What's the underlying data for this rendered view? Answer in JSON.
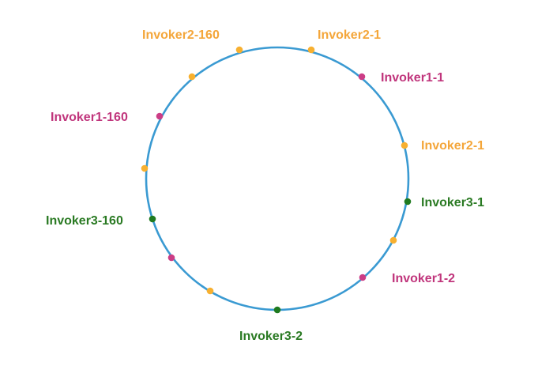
{
  "colors": {
    "ring": "#3a9ad2",
    "invoker1": "#cc3d86",
    "invoker2": "#f7b030",
    "invoker3": "#1f7a1f",
    "label_invoker1": "#c0357c",
    "label_invoker2": "#f4a63a",
    "label_invoker3": "#2a7a23"
  },
  "labels": {
    "invoker2_160": "Invoker2-160",
    "invoker2_1_top": "Invoker2-1",
    "invoker1_1": "Invoker1-1",
    "invoker1_160": "Invoker1-160",
    "invoker2_1_right": "Invoker2-1",
    "invoker3_1": "Invoker3-1",
    "invoker3_160": "Invoker3-160",
    "invoker1_2": "Invoker1-2",
    "invoker3_2": "Invoker3-2"
  }
}
